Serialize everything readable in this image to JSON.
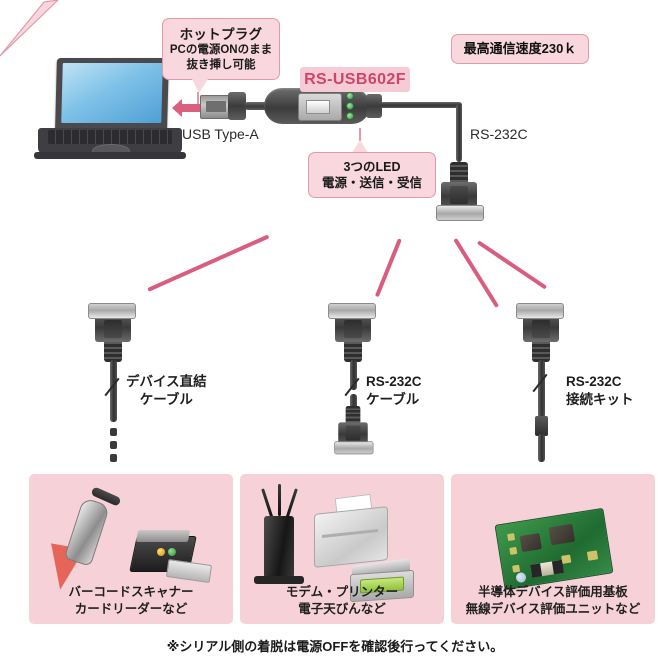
{
  "diagram": {
    "product_tag": "RS-USB602F",
    "callouts": {
      "hotplug": {
        "line1": "ホットプラグ",
        "line2": "PCの電源ONのまま",
        "line3": "抜き挿し可能"
      },
      "speed": {
        "line1": "最高通信速度230ｋ"
      },
      "led": {
        "line1": "3つのLED",
        "line2": "電源・送信・受信"
      }
    },
    "port_labels": {
      "usb": "USB Type-A",
      "serial": "RS-232C"
    },
    "cables": [
      {
        "line1": "デバイス直結",
        "line2": "ケーブル"
      },
      {
        "line1": "RS-232C",
        "line2": "ケーブル"
      },
      {
        "line1": "RS-232C",
        "line2": "接続キット"
      }
    ],
    "panels": [
      {
        "caption_line1": "バーコードスキャナー",
        "caption_line2": "カードリーダーなど"
      },
      {
        "caption_line1": "モデム・プリンター",
        "caption_line2": "電子天びんなど"
      },
      {
        "caption_line1": "半導体デバイス評価用基板",
        "caption_line2": "無線デバイス評価ユニットなど"
      }
    ],
    "footnote": "※シリアル側の着脱は電源OFFを確認後行ってください。",
    "colors": {
      "bubble_fill": "#f8d7de",
      "bubble_border": "#e29aab",
      "tag_fill": "#f5ccd6",
      "tag_text": "#d1446a",
      "panel_fill": "#f6d2d8",
      "accent_pink": "#d95d7e"
    }
  }
}
